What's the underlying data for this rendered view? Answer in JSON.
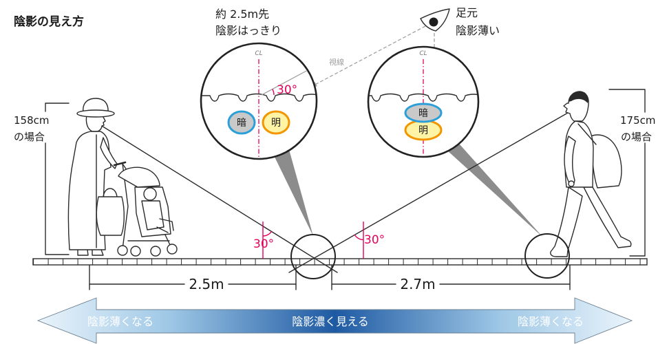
{
  "title": "陰影の見え方",
  "callouts": {
    "far_view": {
      "line1": "約 2.5m先",
      "line2": "陰影はっきり"
    },
    "feet_view": {
      "line1": "足元",
      "line2": "陰影薄い"
    }
  },
  "sight_line_label": "視線",
  "center_line_label": "CL",
  "angle_label": "30°",
  "shade_labels": {
    "dark": "暗",
    "light": "明"
  },
  "persons": {
    "left": {
      "height": "158cm",
      "note": "の場合"
    },
    "right": {
      "height": "175cm",
      "note": "の場合"
    }
  },
  "distances": {
    "near": "2.5m",
    "far": "2.7m"
  },
  "shade_band": {
    "left": "陰影薄くなる",
    "center": "陰影濃く見える",
    "right": "陰影薄くなる"
  },
  "icons": {
    "viewer": "eye-icon"
  },
  "colors": {
    "accent_red": "#e4005b",
    "dark_outline": "#2d9fd8",
    "light_outline": "#f29600",
    "dark_fill": "#c9c9c9",
    "light_fill": "#fff3a6",
    "band_edge": "#eaf4fb",
    "band_mid": "#9fc8e6",
    "band_center": "#1e5aa3",
    "cone_gray": "#8c8c8c",
    "sight_gray": "#a0a0a0"
  }
}
